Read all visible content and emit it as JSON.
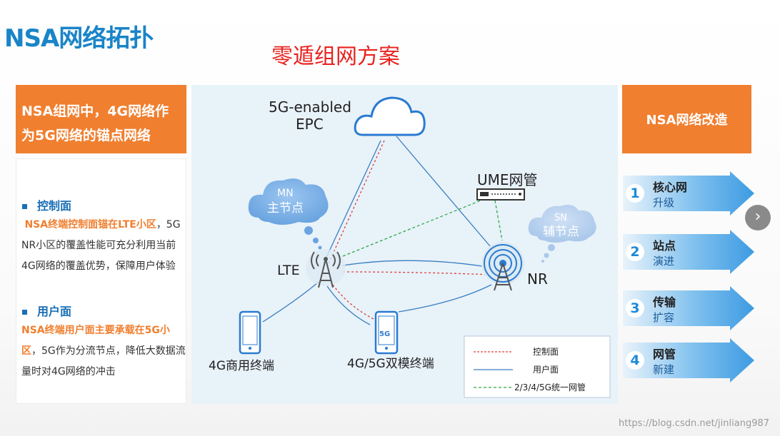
{
  "title": "NSA网络拓扑",
  "subtitle": "零遁组网方案",
  "left_panel": {
    "header": [
      "NSA组网中，4G网络作",
      "为5G网络的锚点网络"
    ],
    "control_heading": "控制面",
    "control_highlight": "NSA终端控制面锚在LTE小区",
    "control_text": "，5G NR小区的覆盖性能可充分利用当前4G网络的覆盖优势，保障用户体验",
    "user_heading": "用户面",
    "user_highlight": "NSA终端用户面主要承载在5G小区",
    "user_text": "，5G作为分流节点，降低大数据流量时对4G网络的冲击"
  },
  "diagram": {
    "epc_line1": "5G-enabled",
    "epc_line2": "EPC",
    "ume_label": "UME网管",
    "mn_line1": "MN",
    "mn_line2": "主节点",
    "sn_line1": "SN",
    "sn_line2": "辅节点",
    "lte_label": "LTE",
    "nr_label": "NR",
    "terminal_4g": "4G商用终端",
    "terminal_dual": "4G/5G双模终端",
    "phone_badge": "5G",
    "legend": {
      "control": "控制面",
      "user": "用户面",
      "mgmt": "2/3/4/5G统一网管"
    },
    "colors": {
      "control": "#d94040",
      "user": "#3a7fc2",
      "mgmt": "#2faa44"
    }
  },
  "right_panel": {
    "header": "NSA网络改造",
    "items": [
      {
        "num": "1",
        "title": "核心网",
        "sub": "升级"
      },
      {
        "num": "2",
        "title": "站点",
        "sub": "演进"
      },
      {
        "num": "3",
        "title": "传输",
        "sub": "扩容"
      },
      {
        "num": "4",
        "title": "网管",
        "sub": "新建"
      }
    ]
  },
  "next_icon": "chevron-right-icon",
  "watermark": "https://blog.csdn.net/jinliang987"
}
